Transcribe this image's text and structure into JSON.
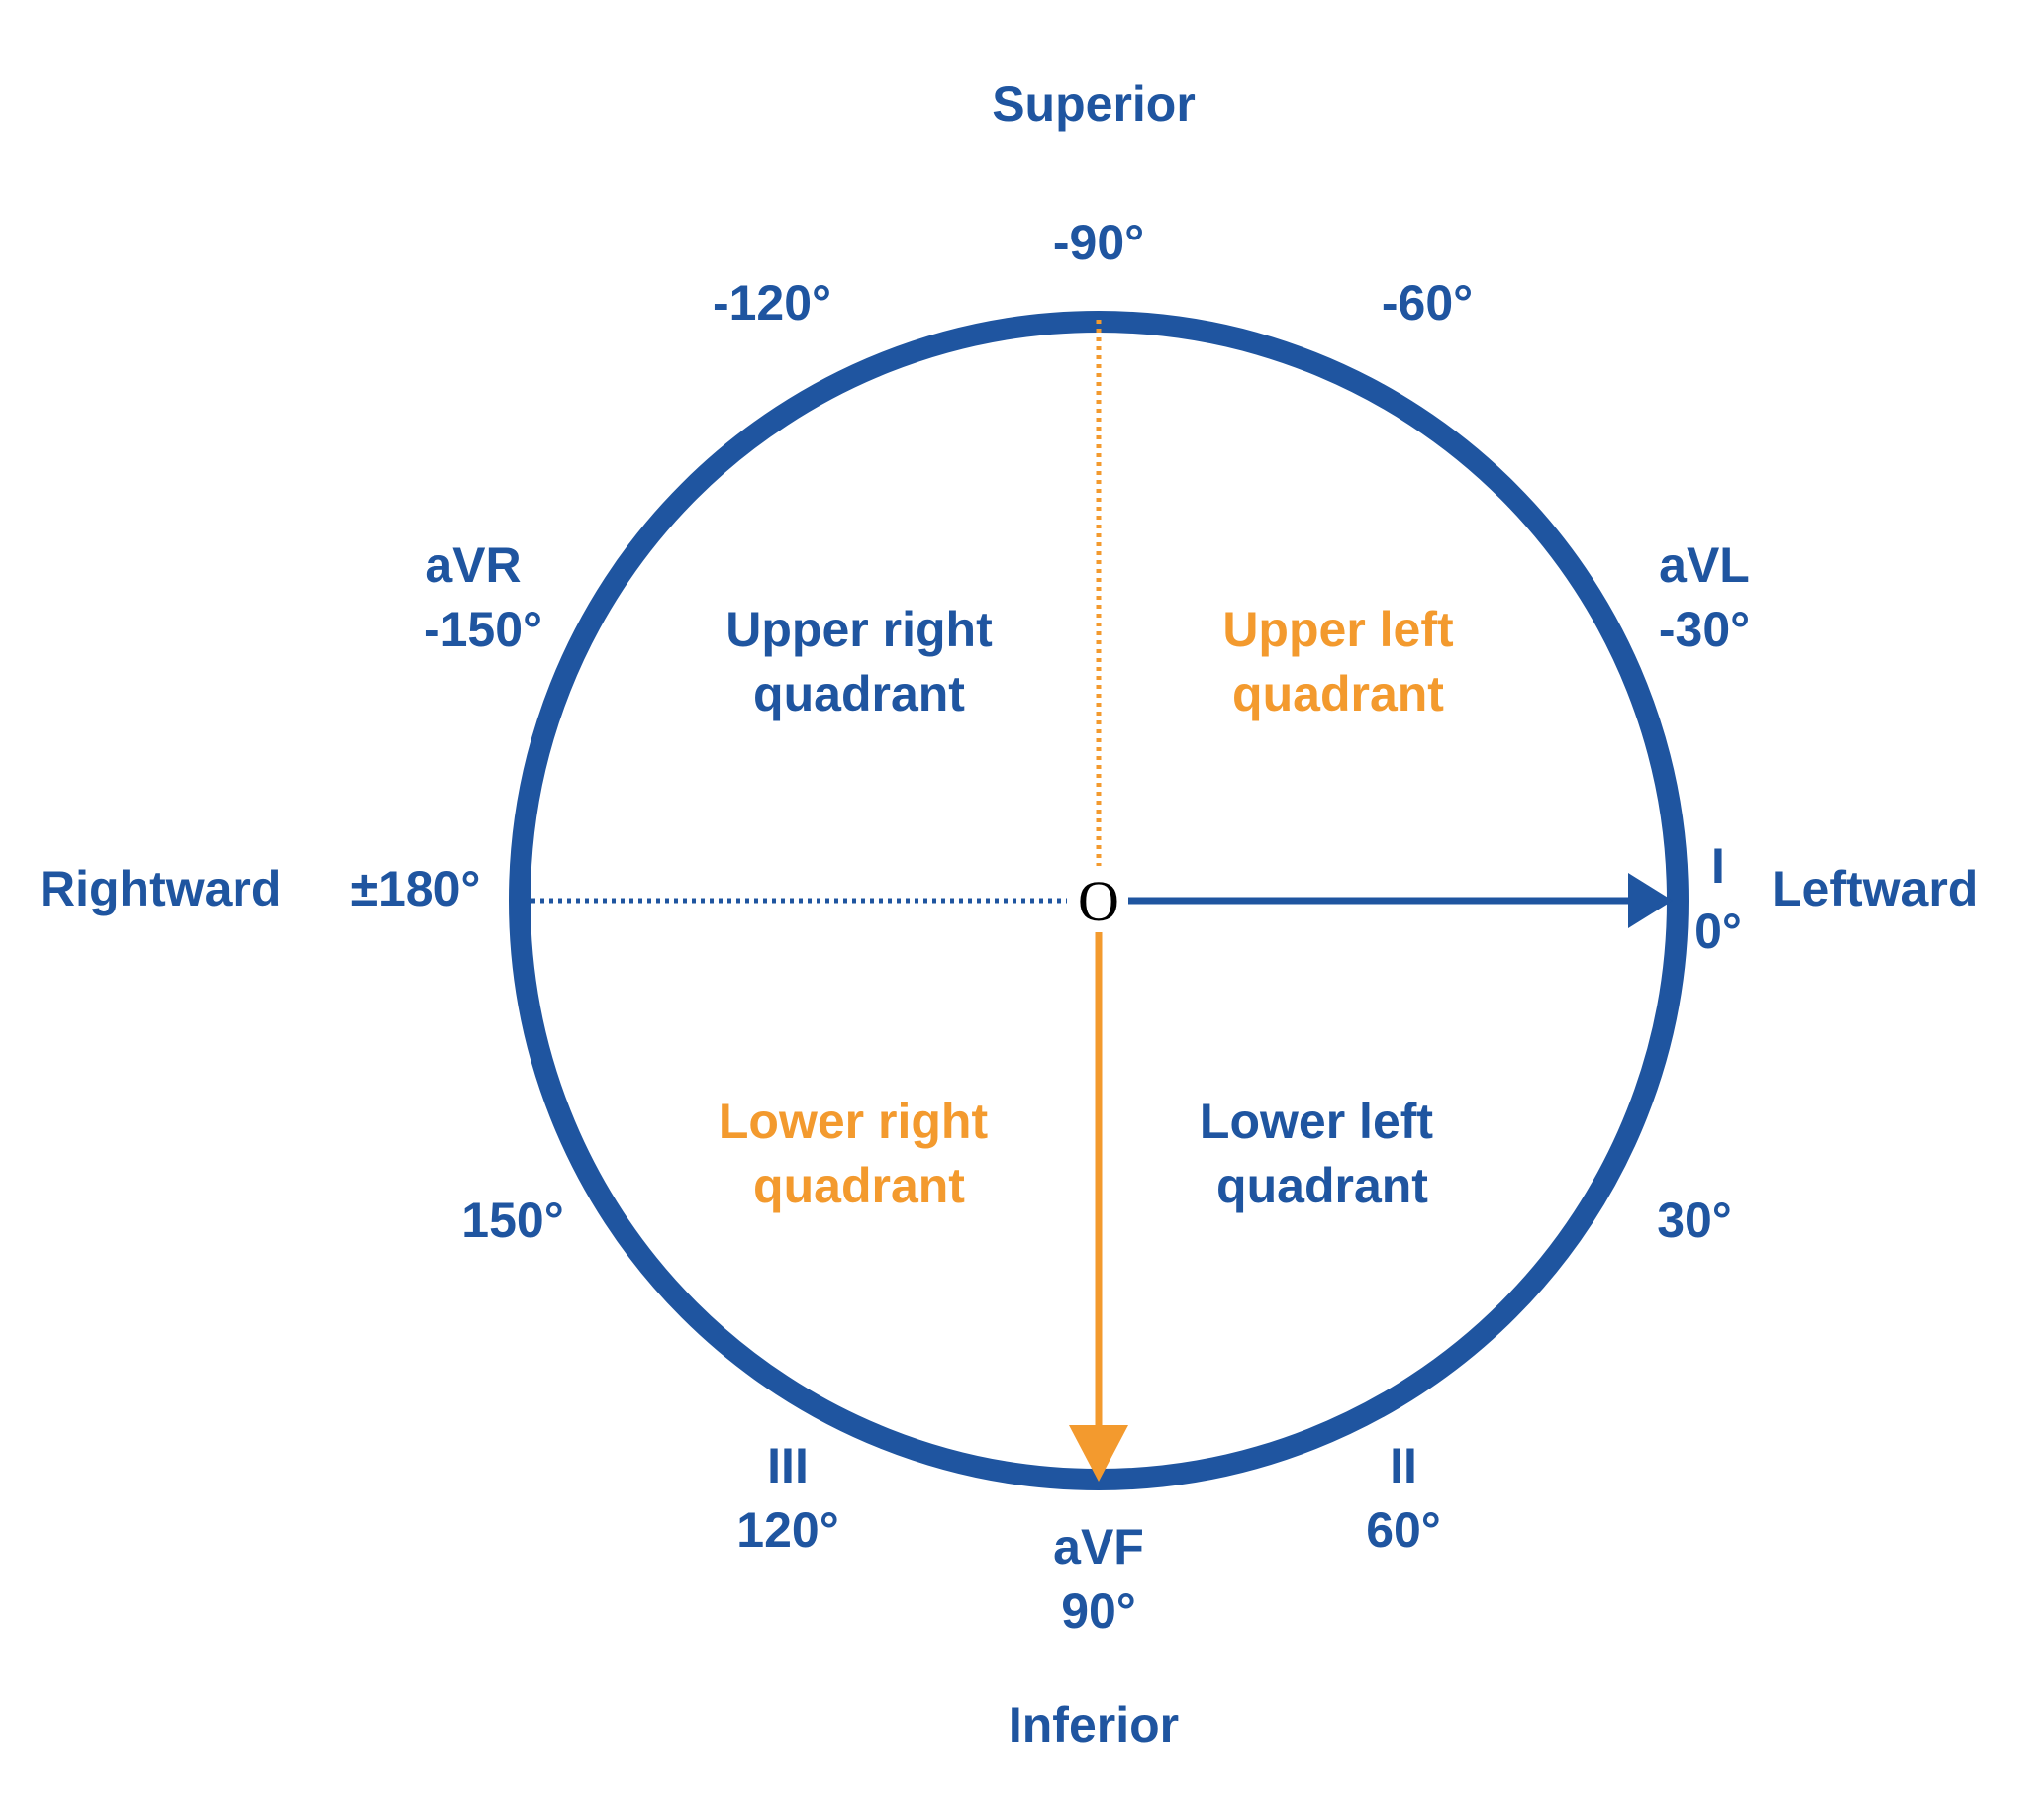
{
  "colors": {
    "blue": "#1f55a0",
    "orange": "#f39a2e",
    "white": "#ffffff",
    "center_text": "#000000"
  },
  "directions": {
    "superior": "Superior",
    "inferior": "Inferior",
    "rightward": "Rightward",
    "leftward": "Leftward"
  },
  "angles": {
    "minus90": "-90°",
    "minus120": "-120°",
    "minus60": "-60°",
    "avr_lead": "aVR",
    "minus150": "-150°",
    "avl_lead": "aVL",
    "minus30": "-30°",
    "pm180": "±180°",
    "lead_i": "I",
    "zero": "0°",
    "p150": "150°",
    "p30": "30°",
    "lead_iii": "III",
    "p120": "120°",
    "lead_ii": "II",
    "p60": "60°",
    "avf_lead": "aVF",
    "p90": "90°"
  },
  "quadrants": {
    "upper_right": {
      "line1": "Upper right",
      "line2": "quadrant"
    },
    "upper_left": {
      "line1": "Upper left",
      "line2": "quadrant"
    },
    "lower_right": {
      "line1": "Lower right",
      "line2": "quadrant"
    },
    "lower_left": {
      "line1": "Lower left",
      "line2": "quadrant"
    }
  },
  "center_label": "O"
}
